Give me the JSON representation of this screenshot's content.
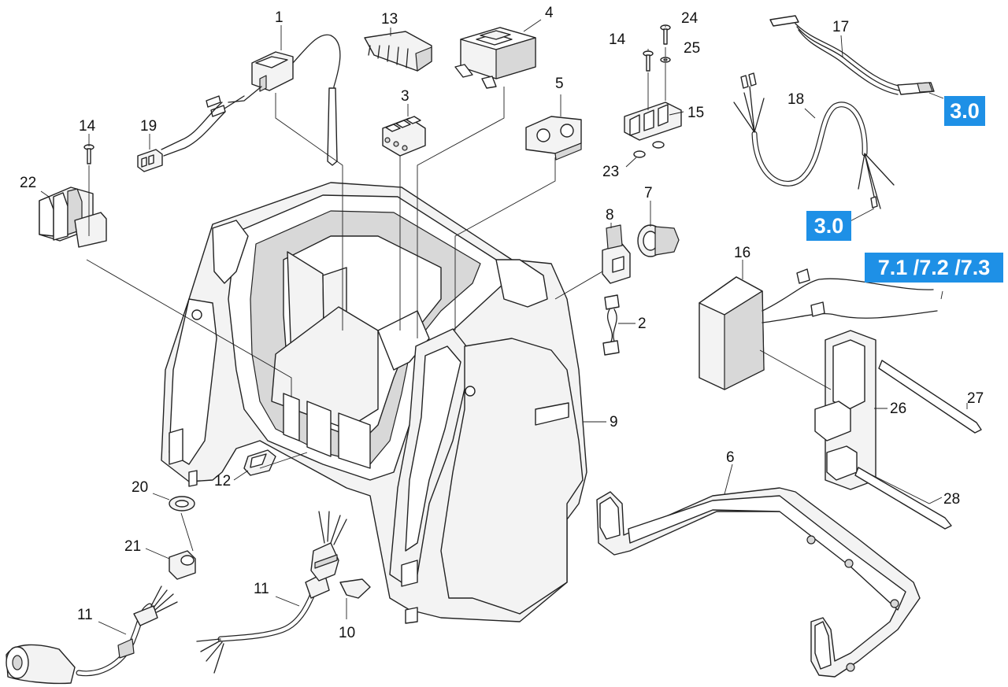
{
  "labels": [
    "1",
    "13",
    "4",
    "24",
    "14",
    "25",
    "17",
    "15",
    "18",
    "23",
    "3",
    "5",
    "14",
    "19",
    "22",
    "7",
    "8",
    "2",
    "9",
    "16",
    "26",
    "27",
    "6",
    "12",
    "20",
    "21",
    "11",
    "11",
    "10",
    "28"
  ],
  "references": [
    "3.0",
    "3.0",
    "7.1 /7.2 /7.3"
  ],
  "colors": {
    "reference_box": "#1e90e6",
    "line": "#222222"
  }
}
